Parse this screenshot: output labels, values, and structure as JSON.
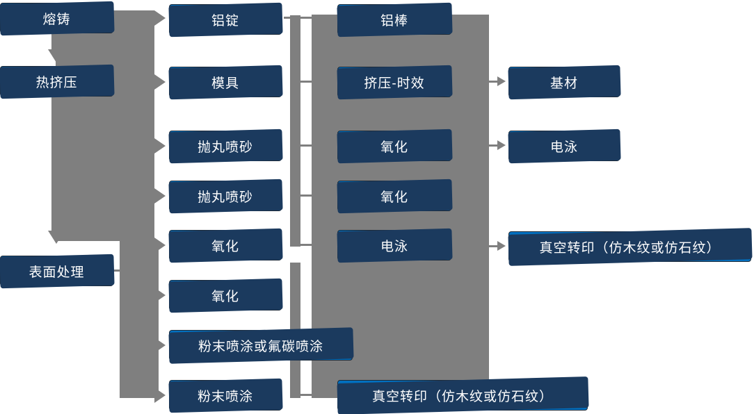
{
  "diagram": {
    "type": "flowchart",
    "description": "Aluminum profile production process flow diagram",
    "columns": {
      "stages": [
        "熔铸",
        "热挤压",
        "表面处理"
      ],
      "col2": [
        "铝锭",
        "模具",
        "抛丸喷砂",
        "抛丸喷砂",
        "氧化",
        "氧化",
        "粉末喷涂或氟碳喷涂",
        "粉末喷涂"
      ],
      "col3": [
        "铝棒",
        "挤压-时效",
        "氧化",
        "氧化",
        "电泳",
        "真空转印（仿木纹或仿石纹）"
      ],
      "col4": [
        "基材",
        "电泳",
        "真空转印（仿木纹或仿石纹）"
      ]
    },
    "edges": [
      {
        "from": "熔铸",
        "to": "铝锭"
      },
      {
        "from": "熔铸",
        "to": "热挤压"
      },
      {
        "from": "热挤压",
        "to": "模具"
      },
      {
        "from": "热挤压",
        "to": "抛丸喷砂"
      },
      {
        "from": "热挤压",
        "to": "抛丸喷砂"
      },
      {
        "from": "热挤压",
        "to": "氧化"
      },
      {
        "from": "热挤压",
        "to": "表面处理"
      },
      {
        "from": "表面处理",
        "to": "氧化"
      },
      {
        "from": "表面处理",
        "to": "粉末喷涂或氟碳喷涂"
      },
      {
        "from": "表面处理",
        "to": "粉末喷涂"
      },
      {
        "from": "铝锭",
        "to": "铝棒"
      },
      {
        "from": "模具",
        "to": "挤压-时效"
      },
      {
        "from": "抛丸喷砂",
        "to": "氧化"
      },
      {
        "from": "抛丸喷砂",
        "to": "氧化"
      },
      {
        "from": "氧化",
        "to": "电泳"
      },
      {
        "from": "粉末喷涂",
        "to": "真空转印（仿木纹或仿石纹）"
      },
      {
        "from": "挤压-时效",
        "to": "基材"
      },
      {
        "from": "氧化",
        "to": "电泳"
      },
      {
        "from": "电泳",
        "to": "真空转印（仿木纹或仿石纹）"
      }
    ],
    "colors": {
      "node_fill": "#0070C0",
      "stage_fill": "#0E4C80",
      "node_shadow": "#1B3A5E",
      "connector_gray": "#7F7F7F",
      "text": "#FFFFFF",
      "background": "#FFFFFF"
    }
  }
}
